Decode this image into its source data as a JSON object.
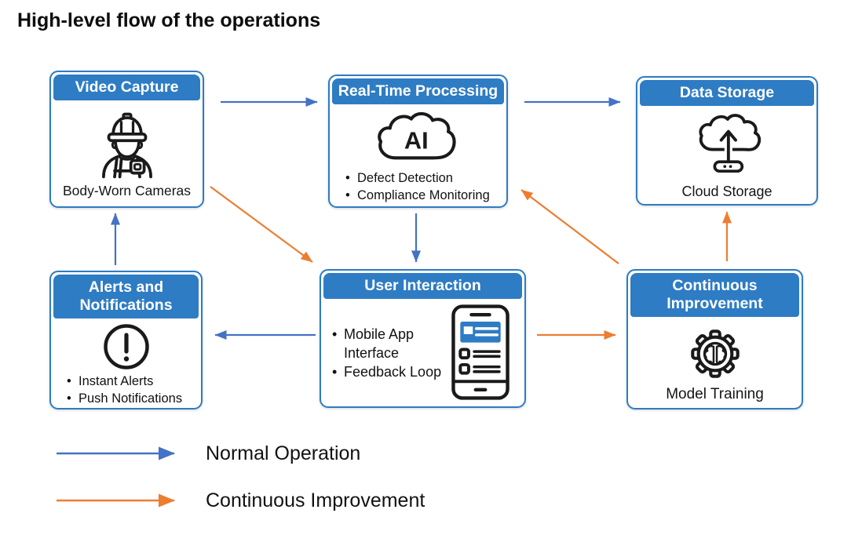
{
  "title": "High-level flow of the operations",
  "colors": {
    "header_blue": "#2e7cc3",
    "box_border": "#2e7cc3",
    "normal_arrow": "#4472c4",
    "improvement_arrow": "#ed7d31",
    "phone_screen_blue": "#2e7cc3",
    "icon_line": "#1a1a1a"
  },
  "nodes": {
    "video_capture": {
      "title": "Video Capture",
      "icon": "worker-body-camera-icon",
      "caption": "Body-Worn Cameras"
    },
    "real_time_processing": {
      "title": "Real-Time Processing",
      "icon": "ai-cloud-icon",
      "icon_label": "AI",
      "bullets": [
        "Defect Detection",
        "Compliance Monitoring"
      ]
    },
    "data_storage": {
      "title": "Data Storage",
      "icon": "cloud-upload-icon",
      "caption": "Cloud Storage"
    },
    "alerts_notifications": {
      "title": "Alerts and Notifications",
      "icon": "exclamation-circle-icon",
      "bullets": [
        "Instant Alerts",
        "Push Notifications"
      ]
    },
    "user_interaction": {
      "title": "User Interaction",
      "icon": "mobile-app-icon",
      "bullets": [
        "Mobile App Interface",
        "Feedback Loop"
      ]
    },
    "continuous_improvement": {
      "title": "Continuous Improvement",
      "icon": "gear-brain-icon",
      "caption": "Model Training"
    }
  },
  "legend": {
    "normal": {
      "label": "Normal Operation",
      "color": "#4472c4"
    },
    "improvement": {
      "label": "Continuous Improvement",
      "color": "#ed7d31"
    }
  },
  "flows": {
    "normal_operation": [
      {
        "from": "Video Capture",
        "to": "Real-Time Processing"
      },
      {
        "from": "Real-Time Processing",
        "to": "Data Storage"
      },
      {
        "from": "Real-Time Processing",
        "to": "User Interaction"
      },
      {
        "from": "User Interaction",
        "to": "Alerts and Notifications"
      },
      {
        "from": "Alerts and Notifications",
        "to": "Video Capture"
      }
    ],
    "continuous_improvement": [
      {
        "from": "Video Capture",
        "to": "User Interaction"
      },
      {
        "from": "User Interaction",
        "to": "Continuous Improvement"
      },
      {
        "from": "Continuous Improvement",
        "to": "Real-Time Processing"
      },
      {
        "from": "Continuous Improvement",
        "to": "Data Storage"
      }
    ]
  }
}
